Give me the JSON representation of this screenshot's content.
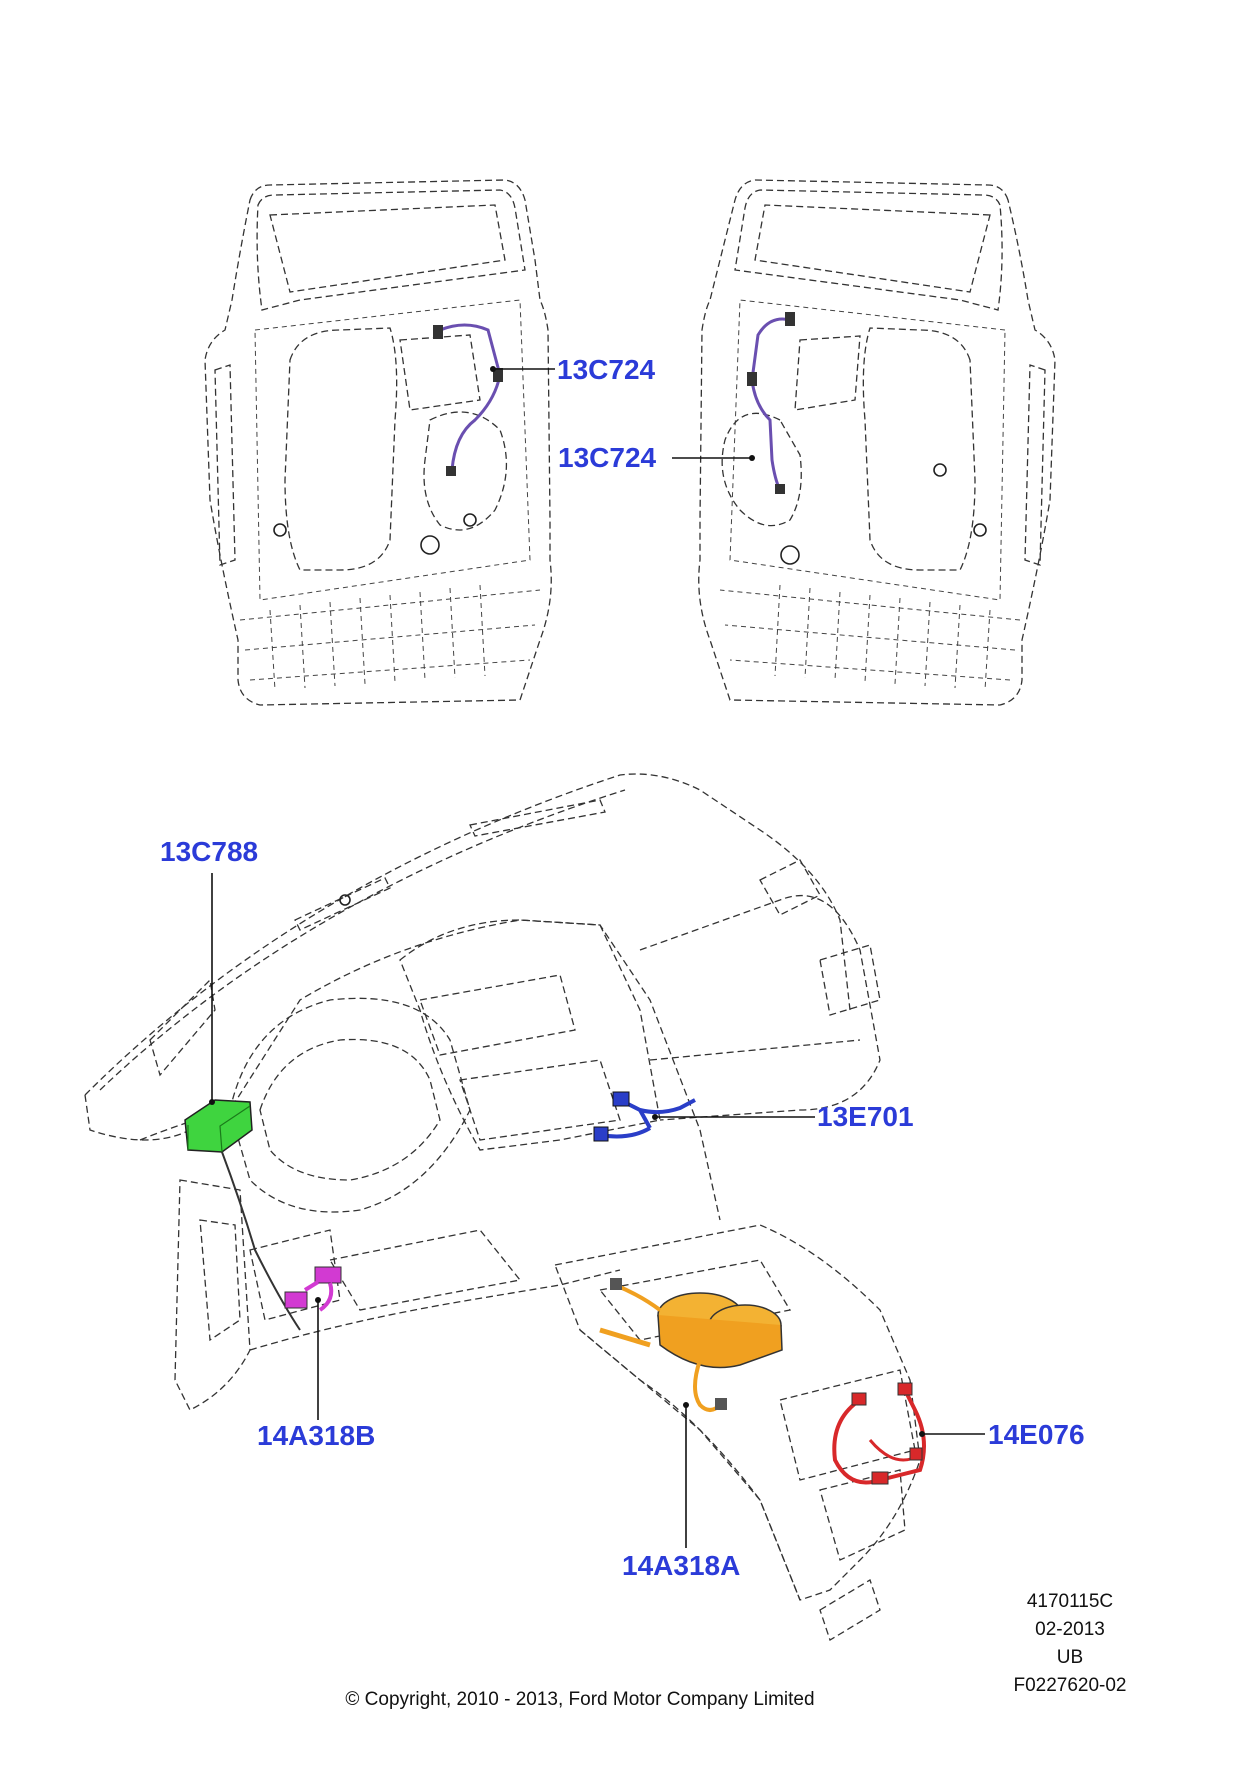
{
  "callouts": {
    "door_right_upper": "13C724",
    "door_left_lower": "13C724",
    "dash_upper_left": "13C788",
    "dash_right": "13E701",
    "dash_lower_left": "14A318B",
    "console_right": "14E076",
    "console_bottom": "14A318A"
  },
  "meta": {
    "code": "4170115C",
    "date": "02-2013",
    "region": "UB",
    "ref": "F0227620-02"
  },
  "copyright": "© Copyright, 2010 - 2013, Ford Motor Company Limited",
  "colors": {
    "callout_text": "#2b3bd8",
    "harness_door": "#6a4fb0",
    "module_13C788": "#3fd43f",
    "harness_13E701": "#2a3ec8",
    "harness_14A318B": "#d23ad2",
    "harness_14A318A": "#f0a020",
    "harness_14E076": "#d8282a"
  }
}
